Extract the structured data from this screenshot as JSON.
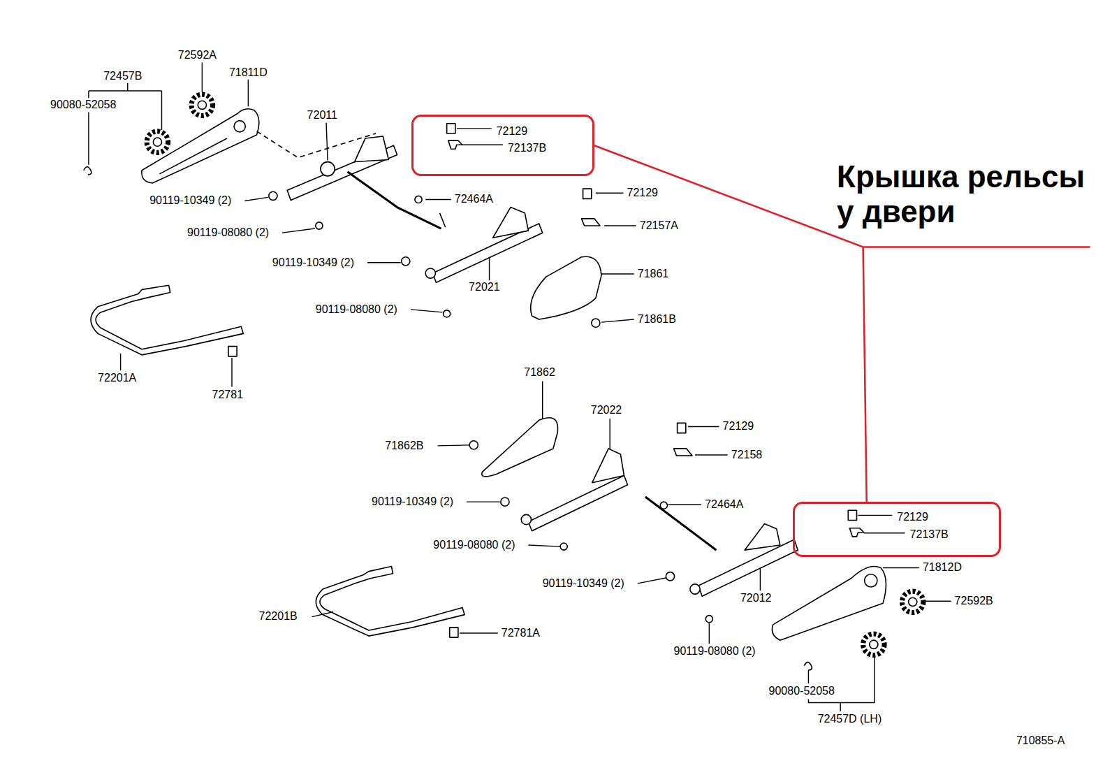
{
  "diagram": {
    "nodes": [
      {
        "text": [
          "72129",
          "72137B"
        ]
      },
      {
        "text": [
          "72129",
          "72137B"
        ]
      }
    ],
    "labels": [
      "72592A",
      "72457B",
      "71811D",
      "90080-52058",
      "72011",
      "90119-10349 (2)",
      "72464A",
      "72129",
      "72157A",
      "90119-08080 (2)",
      "90119-10349 (2)",
      "71861",
      "72021",
      "90119-08080 (2)",
      "71861B",
      "72201A",
      "72781",
      "71862",
      "72022",
      "72129",
      "71862B",
      "72158",
      "90119-10349 (2)",
      "72464A",
      "90119-08080 (2)",
      "71812D",
      "90119-10349 (2)",
      "72012",
      "72592B",
      "72201B",
      "72781A",
      "90119-08080 (2)",
      "90080-52058",
      "72457D (LH)",
      "710855-A",
      "Крышка рельсы у двери"
    ]
  }
}
